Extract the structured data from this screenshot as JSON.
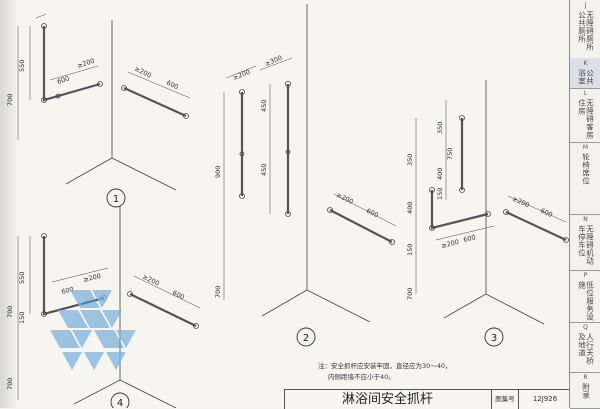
{
  "title": "淋浴间安全抓杆",
  "atlas_number_label": "图集号",
  "atlas_number": "12J926",
  "note": {
    "line1": "注：安全抓杆应安装牢固，直径应为30～40，",
    "line2": "内侧距墙不应小于40。"
  },
  "sidebar": [
    {
      "letter": "J",
      "text": "无障碍厕所公共厕所",
      "active": false
    },
    {
      "letter": "K",
      "text": "公共浴室",
      "active": true
    },
    {
      "letter": "L",
      "text": "无障碍客房住房",
      "active": false
    },
    {
      "letter": "M",
      "text": "轮椅席位",
      "active": false
    },
    {
      "letter": "N",
      "text": "无障碍机动车停车位",
      "active": false
    },
    {
      "letter": "P",
      "text": "低位服务设施",
      "active": false
    },
    {
      "letter": "Q",
      "text": "人行天桥及地道",
      "active": false
    },
    {
      "letter": "R",
      "text": "附录",
      "active": false
    }
  ],
  "diagrams": {
    "d1": {
      "number": "1",
      "dims": {
        "top": "≥200",
        "short_arm": "600",
        "height1": "550",
        "height2": "700",
        "right_top": "≥200",
        "right_arm": "600"
      }
    },
    "d2": {
      "number": "2",
      "dims": {
        "offset1": "≥200",
        "offset2": "≥300",
        "h_total": "900",
        "h_a": "450",
        "h_b": "450",
        "base": "700",
        "arm_offset": "≥200",
        "arm": "600"
      }
    },
    "d3": {
      "number": "3",
      "dims": {
        "h1": "350",
        "h2": "750",
        "h3": "400",
        "h4": "150",
        "v1": "350",
        "v2": "400",
        "v3": "150",
        "base": "700",
        "arm_offset": "≥200",
        "arm": "600",
        "right_offset": "≥200",
        "right_arm": "600"
      }
    },
    "d4": {
      "number": "4",
      "dims": {
        "h1": "550",
        "h2": "700",
        "h3": "150",
        "base": "700",
        "top": "≥200",
        "arm": "600",
        "right_top": "≥200",
        "right_arm": "600"
      }
    }
  }
}
